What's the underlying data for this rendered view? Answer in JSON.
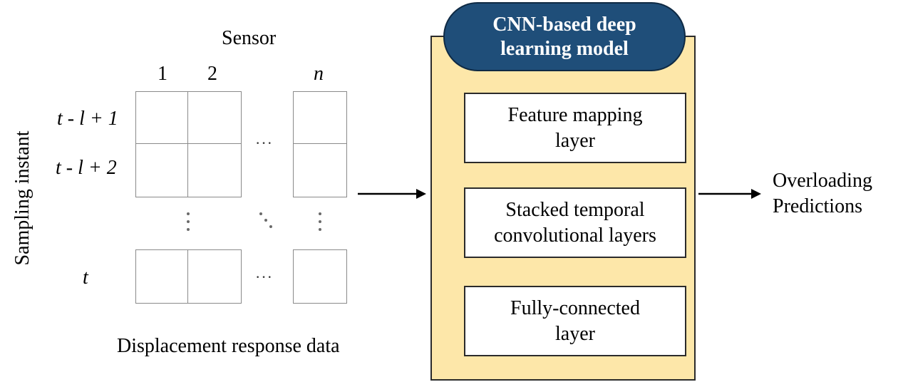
{
  "matrix": {
    "sensor_label": "Sensor",
    "columns": {
      "c1": "1",
      "c2": "2",
      "cn": "n"
    },
    "rows": {
      "r1": "t - l + 1",
      "r2": "t - l + 2",
      "rt": "t"
    },
    "axis_label": "Sampling instant",
    "caption": "Displacement response data",
    "ellipsis": "···"
  },
  "model": {
    "title": "CNN-based deep learning model",
    "layers": [
      "Feature mapping layer",
      "Stacked temporal convolutional layers",
      "Fully-connected layer"
    ]
  },
  "output": {
    "label": "Overloading Predictions"
  },
  "colors": {
    "model_bg": "#fde7a9",
    "title_bg": "#1f4e79",
    "grid": "#8a8a8a"
  }
}
